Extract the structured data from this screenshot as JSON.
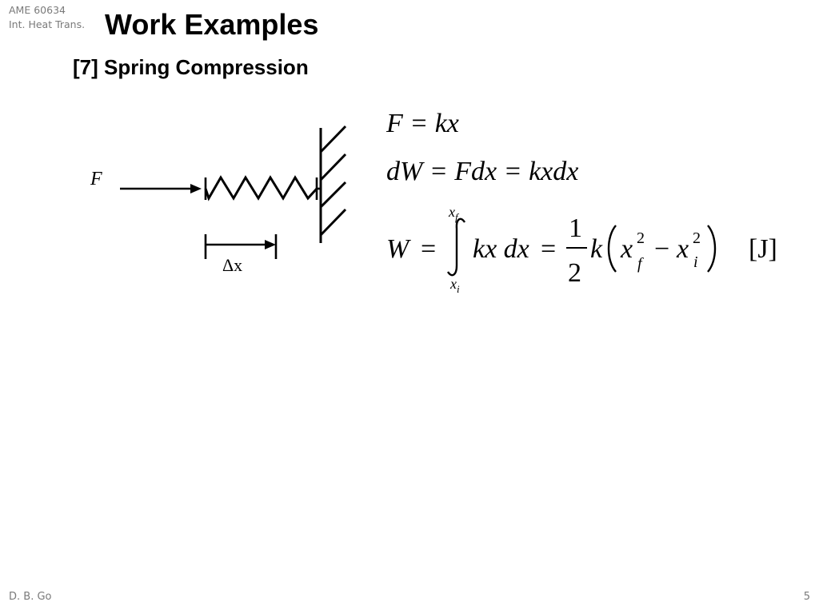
{
  "header": {
    "course_code": "AME 60634",
    "course_name": "Int. Heat Trans.",
    "title": "Work Examples",
    "subtitle": "[7] Spring Compression"
  },
  "diagram": {
    "force_label": "F",
    "displacement_label": "Δx"
  },
  "equations": {
    "eq1": "F = kx",
    "eq2": "dW = Fdx = kxdx",
    "eq3": "W = ∫ from x_i to x_f kx dx = (1/2) k (x_f² − x_i²) [J]",
    "eq3_parts": {
      "lhs": "W",
      "upper_limit": "x",
      "upper_limit_sub": "f",
      "lower_limit": "x",
      "lower_limit_sub": "i",
      "integrand": "kx dx",
      "frac_num": "1",
      "frac_den": "2",
      "coef": "k",
      "var": "x",
      "sub_f": "f",
      "sub_i": "i",
      "exp": "2",
      "unit": "[J]"
    }
  },
  "footer": {
    "author": "D. B. Go",
    "page": "5"
  }
}
